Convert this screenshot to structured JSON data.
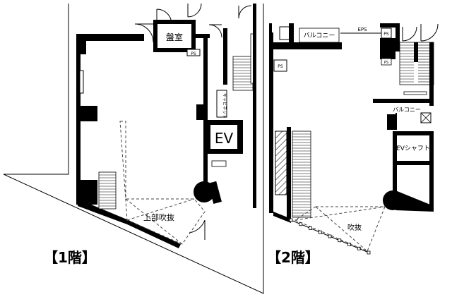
{
  "floor1": {
    "title": "【1階】",
    "rooms": {
      "panel_room": "盤室",
      "ps": "PS",
      "cabinet": "キャビネット",
      "ev": "EV",
      "void": "上部吹抜"
    }
  },
  "floor2": {
    "title": "【2階】",
    "rooms": {
      "balcony_top": "バルコニー",
      "eps": "EPS",
      "ps_top": "PS",
      "ps_right": "PS",
      "ps_left": "PS",
      "balcony_right": "バルコニー",
      "ev_shaft": "EVシャフト",
      "void": "吹抜"
    }
  }
}
